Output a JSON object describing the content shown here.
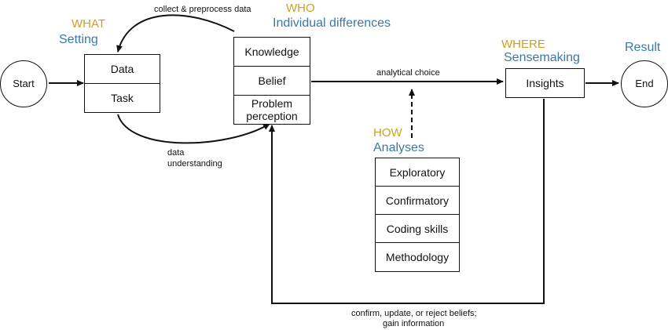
{
  "colors": {
    "what_how_who_where": "#c8a21e",
    "category": "#3a78a8",
    "line": "#111111"
  },
  "headers": {
    "what": "WHAT",
    "setting": "Setting",
    "who": "WHO",
    "individual": "Individual differences",
    "how": "HOW",
    "analyses": "Analyses",
    "where": "WHERE",
    "sensemaking": "Sensemaking",
    "result": "Result"
  },
  "nodes": {
    "start": "Start",
    "end": "End",
    "data": "Data",
    "task": "Task",
    "knowledge": "Knowledge",
    "belief": "Belief",
    "problem_line1": "Problem",
    "problem_line2": "perception",
    "insights": "Insights",
    "exploratory": "Exploratory",
    "confirmatory": "Confirmatory",
    "coding": "Coding skills",
    "methodology": "Methodology"
  },
  "edges": {
    "collect": "collect & preprocess data",
    "data_understanding_1": "data",
    "data_understanding_2": "understanding",
    "analytical_choice": "analytical choice",
    "feedback_1": "confirm, update, or reject beliefs;",
    "feedback_2": "gain information"
  }
}
